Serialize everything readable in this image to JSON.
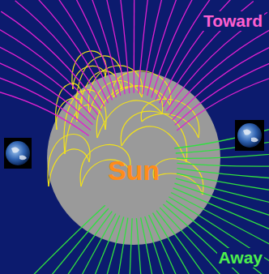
{
  "diagram": {
    "nodes": [
      {
        "text": [
          "Sun"
        ]
      }
    ],
    "labels": [
      "Toward",
      "Away"
    ]
  }
}
